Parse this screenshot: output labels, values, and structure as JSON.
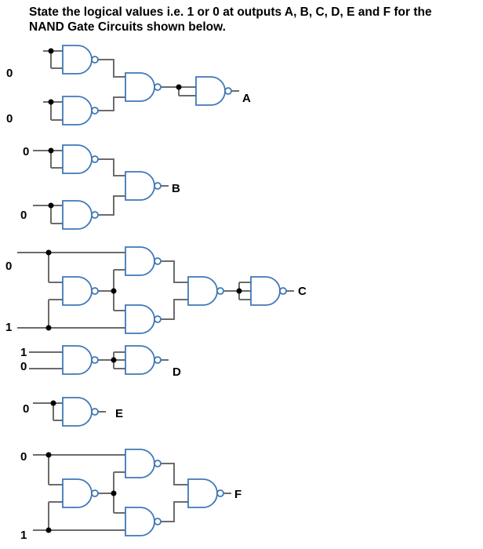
{
  "question": {
    "line1": "State the logical values i.e. 1 or 0 at outputs A, B, C, D, E and F for the",
    "line2": "NAND Gate Circuits shown below."
  },
  "circuit_a": {
    "inputs": [
      "0",
      "0"
    ],
    "output": "A"
  },
  "circuit_b": {
    "inputs": [
      "0",
      "0"
    ],
    "output": "B"
  },
  "circuit_c": {
    "inputs": [
      "0",
      "1"
    ],
    "output": "C"
  },
  "circuit_d": {
    "inputs": [
      "1",
      "0"
    ],
    "output": "D"
  },
  "circuit_e": {
    "inputs": [
      "0"
    ],
    "output": "E"
  },
  "circuit_f": {
    "inputs": [
      "0",
      "1"
    ],
    "output": "F"
  },
  "colors": {
    "gate_outline": "#3f78b7",
    "wire": "#6b6b6b",
    "junction": "#000000"
  },
  "gate_type": "NAND"
}
